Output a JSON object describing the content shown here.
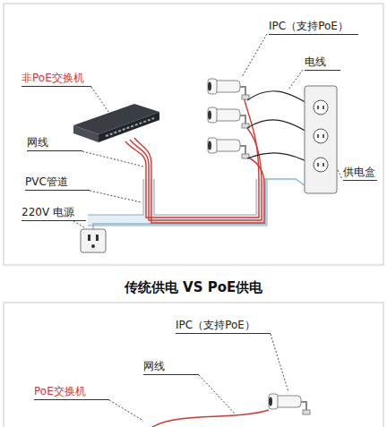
{
  "diagram": {
    "title": "传统供电 VS PoE供电",
    "labels": [
      "IPC（支持PoE）",
      "电线",
      "非PoE交换机",
      "网线",
      "PVC管道",
      "220V 电源",
      "供电盒",
      "IPC（支持PoE）",
      "网线",
      "PoE交换机"
    ]
  }
}
